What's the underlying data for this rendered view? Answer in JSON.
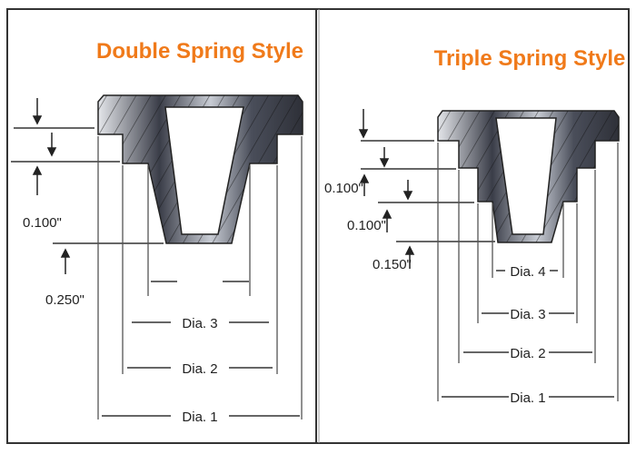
{
  "left_panel": {
    "title": "Double Spring Style",
    "dims": [
      "0.100\"",
      "0.250\""
    ],
    "diameters": [
      "Dia. 3",
      "Dia. 2",
      "Dia. 1"
    ]
  },
  "right_panel": {
    "title": "Triple Spring Style",
    "dims": [
      "0.100\"",
      "0.100\"",
      "0.150\""
    ],
    "diameters": [
      "Dia. 4",
      "Dia. 3",
      "Dia. 2",
      "Dia. 1"
    ]
  },
  "colors": {
    "title": "#f07a1a",
    "part_dark": "#3c3f4a",
    "part_light": "#d8dbe0"
  }
}
